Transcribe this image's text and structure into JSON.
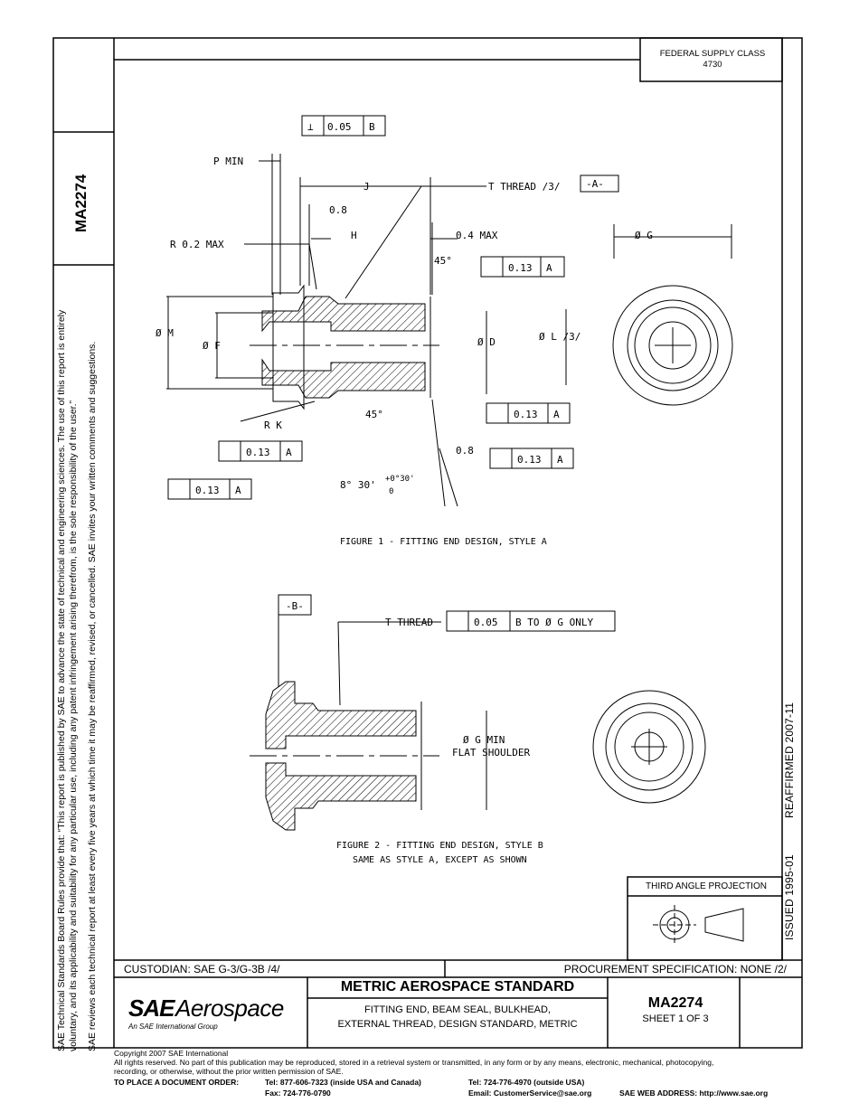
{
  "side_note_1": "SAE Technical Standards Board Rules provide that: “This report is published by SAE to advance the state of technical and engineering sciences. The use of this report is entirely",
  "side_note_2": "voluntary, and its applicability and suitability for any particular use, including any patent infringement arising therefrom, is the sole responsibility of the user.”",
  "side_note_3": "SAE reviews each technical report at least every five years at which time it may be reaffirmed, revised, or cancelled. SAE invites your written comments and suggestions.",
  "doc_id": "MA2274",
  "federal_supply_class": {
    "label": "FEDERAL SUPPLY CLASS",
    "value": "4730"
  },
  "issued": "ISSUED 1995-01",
  "reaffirmed": "REAFFIRMED 2007-11",
  "third_angle": "THIRD ANGLE PROJECTION",
  "figure1": {
    "caption": "FIGURE 1 - FITTING END DESIGN, STYLE A",
    "fcf_perp": [
      "⊥",
      "0.05",
      "B"
    ],
    "fcf_runout": [
      "0.13",
      "A"
    ],
    "labels": {
      "p_min": "P MIN",
      "j": "J",
      "t_thread": "T THREAD /3/",
      "datum_a": "-A-",
      "d08": "0.8",
      "h": "H",
      "r02": "R 0.2 MAX",
      "d04": "0.4 MAX",
      "a45": "45°",
      "om": "Ø M",
      "of": "Ø F",
      "od": "Ø D",
      "ol": "Ø L /3/",
      "og": "Ø G",
      "rk": "R K",
      "a45b": "45°",
      "d08b": "0.8",
      "ang": "8° 30'",
      "tol_up": "+0°30'",
      "tol_dn": "0"
    }
  },
  "figure2": {
    "caption": "FIGURE 2 - FITTING END DESIGN, STYLE B",
    "caption2": "SAME AS STYLE A, EXCEPT AS SHOWN",
    "datum_b": "-B-",
    "t_thread": "T THREAD",
    "fcf_flat": [
      "0.05",
      "B TO Ø G ONLY"
    ],
    "og_min": "Ø G MIN",
    "flat_shoulder": "FLAT SHOULDER"
  },
  "title_block": {
    "custodian": "CUSTODIAN:  SAE G-3/G-3B /4/",
    "procurement": "PROCUREMENT SPECIFICATION:  NONE /2/",
    "standard": "METRIC AEROSPACE STANDARD",
    "desc1": "FITTING END, BEAM SEAL, BULKHEAD,",
    "desc2": "EXTERNAL THREAD, DESIGN STANDARD, METRIC",
    "number": "MA2274",
    "sheet": "SHEET 1 OF 3",
    "logo_mark": "SAE",
    "logo_word": "Aerospace",
    "logo_sub": "An SAE International Group"
  },
  "footer": {
    "copyright": "Copyright 2007 SAE International",
    "rights": "All rights reserved. No part of this publication may be reproduced, stored in a retrieval system or transmitted, in any form or by any means, electronic, mechanical, photocopying,",
    "rights2": "recording, or otherwise, without the prior written permission of SAE.",
    "order": "TO PLACE A DOCUMENT ORDER:",
    "tel1": "Tel: 877-606-7323 (inside USA and Canada)",
    "fax": "Fax: 724-776-0790",
    "tel2": "Tel: 724-776-4970 (outside USA)",
    "email": "Email:  CustomerService@sae.org",
    "web": "SAE WEB ADDRESS: http://www.sae.org"
  }
}
